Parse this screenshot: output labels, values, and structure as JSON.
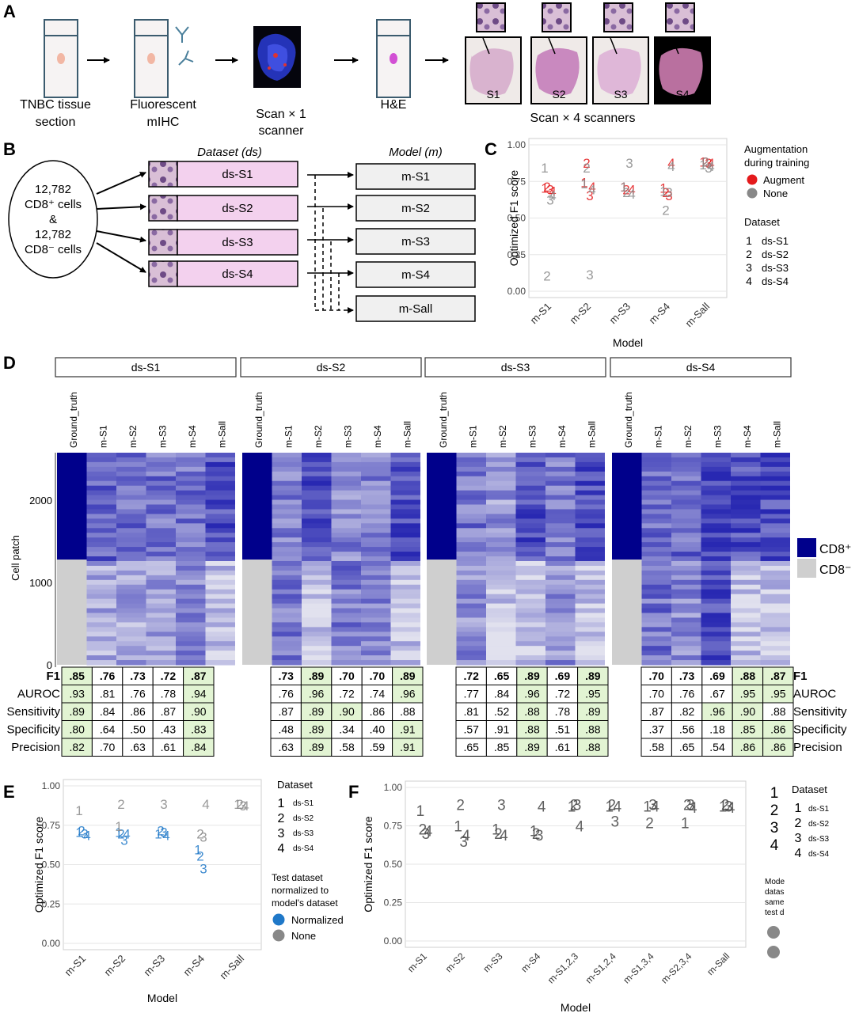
{
  "panel_letters": {
    "a": "A",
    "b": "B",
    "c": "C",
    "d": "D",
    "e": "E",
    "f": "F"
  },
  "panelA": {
    "step1_l1": "TNBC tissue",
    "step1_l2": "section",
    "step2_l1": "Fluorescent",
    "step2_l2": "mIHC",
    "step3_l1": "Scan × 1",
    "step3_l2": "scanner",
    "step4": "H&E",
    "scanner_labels": [
      "S1",
      "S2",
      "S3",
      "S4"
    ],
    "scan4": "Scan × 4 scanners"
  },
  "panelB": {
    "cells_l1": "12,782",
    "cells_l2": "CD8⁺ cells",
    "cells_l3": "&",
    "cells_l4": "12,782",
    "cells_l5": "CD8⁻ cells",
    "dataset_header": "Dataset (ds)",
    "model_header": "Model (m)",
    "datasets": [
      "ds-S1",
      "ds-S2",
      "ds-S3",
      "ds-S4"
    ],
    "models": [
      "m-S1",
      "m-S2",
      "m-S3",
      "m-S4",
      "m-Sall"
    ]
  },
  "panelD": {
    "facets": [
      "ds-S1",
      "ds-S2",
      "ds-S3",
      "ds-S4"
    ],
    "columns": [
      "Ground_truth",
      "m-S1",
      "m-S2",
      "m-S3",
      "m-S4",
      "m-Sall"
    ],
    "y_label": "Cell patch",
    "y_ticks": [
      "2000",
      "1000",
      "0"
    ],
    "legend": {
      "pos": "CD8⁺",
      "neg": "CD8⁻",
      "pos_color": "#00008b",
      "neg_color": "#cfcfcf"
    },
    "metric_names": [
      "F1",
      "AUROC",
      "Sensitivity",
      "Specificity",
      "Precision"
    ],
    "tables": [
      {
        "rows": [
          [
            ".85",
            ".76",
            ".73",
            ".72",
            ".87"
          ],
          [
            ".93",
            ".81",
            ".76",
            ".78",
            ".94"
          ],
          [
            ".89",
            ".84",
            ".86",
            ".87",
            ".90"
          ],
          [
            ".80",
            ".64",
            ".50",
            ".43",
            ".83"
          ],
          [
            ".82",
            ".70",
            ".63",
            ".61",
            ".84"
          ]
        ],
        "hl": [
          [
            1,
            0,
            0,
            0,
            1
          ],
          [
            1,
            0,
            0,
            0,
            1
          ],
          [
            1,
            0,
            0,
            0,
            1
          ],
          [
            1,
            0,
            0,
            0,
            1
          ],
          [
            1,
            0,
            0,
            0,
            1
          ]
        ]
      },
      {
        "rows": [
          [
            ".73",
            ".89",
            ".70",
            ".70",
            ".89"
          ],
          [
            ".76",
            ".96",
            ".72",
            ".74",
            ".96"
          ],
          [
            ".87",
            ".89",
            ".90",
            ".86",
            ".88"
          ],
          [
            ".48",
            ".89",
            ".34",
            ".40",
            ".91"
          ],
          [
            ".63",
            ".89",
            ".58",
            ".59",
            ".91"
          ]
        ],
        "hl": [
          [
            0,
            1,
            0,
            0,
            1
          ],
          [
            0,
            1,
            0,
            0,
            1
          ],
          [
            0,
            1,
            1,
            0,
            0
          ],
          [
            0,
            1,
            0,
            0,
            1
          ],
          [
            0,
            1,
            0,
            0,
            1
          ]
        ]
      },
      {
        "rows": [
          [
            ".72",
            ".65",
            ".89",
            ".69",
            ".89"
          ],
          [
            ".77",
            ".84",
            ".96",
            ".72",
            ".95"
          ],
          [
            ".81",
            ".52",
            ".88",
            ".78",
            ".89"
          ],
          [
            ".57",
            ".91",
            ".88",
            ".51",
            ".88"
          ],
          [
            ".65",
            ".85",
            ".89",
            ".61",
            ".88"
          ]
        ],
        "hl": [
          [
            0,
            0,
            1,
            0,
            1
          ],
          [
            0,
            0,
            1,
            0,
            1
          ],
          [
            0,
            0,
            1,
            0,
            1
          ],
          [
            0,
            0,
            1,
            0,
            1
          ],
          [
            0,
            0,
            1,
            0,
            1
          ]
        ]
      },
      {
        "rows": [
          [
            ".70",
            ".73",
            ".69",
            ".88",
            ".87"
          ],
          [
            ".70",
            ".76",
            ".67",
            ".95",
            ".95"
          ],
          [
            ".87",
            ".82",
            ".96",
            ".90",
            ".88"
          ],
          [
            ".37",
            ".56",
            ".18",
            ".85",
            ".86"
          ],
          [
            ".58",
            ".65",
            ".54",
            ".86",
            ".86"
          ]
        ],
        "hl": [
          [
            0,
            0,
            0,
            1,
            1
          ],
          [
            0,
            0,
            0,
            1,
            1
          ],
          [
            0,
            0,
            1,
            1,
            0
          ],
          [
            0,
            0,
            0,
            1,
            1
          ],
          [
            0,
            0,
            0,
            1,
            1
          ]
        ]
      }
    ]
  },
  "chart_data": [
    {
      "panel": "C",
      "type": "scatter",
      "xlabel": "Model",
      "ylabel": "Optimized F1 score",
      "categories": [
        "m-S1",
        "m-S2",
        "m-S3",
        "m-S4",
        "m-Sall"
      ],
      "yticks": [
        "0.00",
        "0.25",
        "0.50",
        "0.75",
        "1.00"
      ],
      "ylim": [
        0,
        1
      ],
      "legend": {
        "title1": "Augmentation",
        "title2": "during training",
        "items": [
          {
            "label": "Augment",
            "color": "#e41a1c"
          },
          {
            "label": "None",
            "color": "#888888"
          }
        ],
        "ds_title": "Dataset",
        "ds_items": [
          [
            "1",
            "ds-S1"
          ],
          [
            "2",
            "ds-S2"
          ],
          [
            "3",
            "ds-S3"
          ],
          [
            "4",
            "ds-S4"
          ]
        ]
      },
      "series": [
        {
          "name": "Augment",
          "color": "#e41a1c",
          "points": [
            [
              "m-S1",
              "1",
              0.71
            ],
            [
              "m-S1",
              "2",
              0.72
            ],
            [
              "m-S1",
              "3",
              0.7
            ],
            [
              "m-S1",
              "4",
              0.69
            ],
            [
              "m-S2",
              "1",
              0.75
            ],
            [
              "m-S2",
              "2",
              0.88
            ],
            [
              "m-S2",
              "3",
              0.66
            ],
            [
              "m-S2",
              "4",
              0.72
            ],
            [
              "m-S3",
              "1",
              0.72
            ],
            [
              "m-S3",
              "2",
              0.7
            ],
            [
              "m-S3",
              "4",
              0.7
            ],
            [
              "m-S4",
              "1",
              0.71
            ],
            [
              "m-S4",
              "2",
              0.68
            ],
            [
              "m-S4",
              "3",
              0.66
            ],
            [
              "m-S4",
              "4",
              0.88
            ],
            [
              "m-Sall",
              "1",
              0.89
            ],
            [
              "m-Sall",
              "2",
              0.89
            ],
            [
              "m-Sall",
              "3",
              0.88
            ],
            [
              "m-Sall",
              "4",
              0.88
            ]
          ]
        },
        {
          "name": "None",
          "color": "#888888",
          "points": [
            [
              "m-S1",
              "1",
              0.85
            ],
            [
              "m-S1",
              "2",
              0.11
            ],
            [
              "m-S1",
              "3",
              0.63
            ],
            [
              "m-S1",
              "4",
              0.66
            ],
            [
              "m-S2",
              "1",
              0.74
            ],
            [
              "m-S2",
              "2",
              0.85
            ],
            [
              "m-S2",
              "3",
              0.12
            ],
            [
              "m-S2",
              "4",
              0.7
            ],
            [
              "m-S3",
              "1",
              0.72
            ],
            [
              "m-S3",
              "2",
              0.68
            ],
            [
              "m-S3",
              "3",
              0.88
            ],
            [
              "m-S3",
              "4",
              0.67
            ],
            [
              "m-S4",
              "1",
              0.69
            ],
            [
              "m-S4",
              "2",
              0.56
            ],
            [
              "m-S4",
              "3",
              0.68
            ],
            [
              "m-S4",
              "4",
              0.86
            ],
            [
              "m-Sall",
              "1",
              0.87
            ],
            [
              "m-Sall",
              "2",
              0.89
            ],
            [
              "m-Sall",
              "3",
              0.85
            ],
            [
              "m-Sall",
              "4",
              0.86
            ]
          ]
        }
      ]
    },
    {
      "panel": "E",
      "type": "scatter",
      "xlabel": "Model",
      "ylabel": "Optimized F1 score",
      "categories": [
        "m-S1",
        "m-S2",
        "m-S3",
        "m-S4",
        "m-Sall"
      ],
      "yticks": [
        "0.00",
        "0.25",
        "0.50",
        "0.75",
        "1.00"
      ],
      "ylim": [
        0,
        1
      ],
      "legend": {
        "ds_title": "Dataset",
        "ds_items": [
          [
            "1",
            "ds-S1"
          ],
          [
            "2",
            "ds-S2"
          ],
          [
            "3",
            "ds-S3"
          ],
          [
            "4",
            "ds-S4"
          ]
        ],
        "title1": "Test dataset",
        "title2": "normalized to",
        "title3": "model's dataset",
        "items": [
          {
            "label": "Normalized",
            "color": "#1f78c8"
          },
          {
            "label": "None",
            "color": "#888888"
          }
        ]
      },
      "series": [
        {
          "name": "Normalized",
          "color": "#1f78c8",
          "points": [
            [
              "m-S1",
              "1",
              0.71
            ],
            [
              "m-S1",
              "2",
              0.72
            ],
            [
              "m-S1",
              "3",
              0.7
            ],
            [
              "m-S1",
              "4",
              0.69
            ],
            [
              "m-S2",
              "1",
              0.71
            ],
            [
              "m-S2",
              "2",
              0.7
            ],
            [
              "m-S2",
              "3",
              0.66
            ],
            [
              "m-S2",
              "4",
              0.7
            ],
            [
              "m-S3",
              "1",
              0.7
            ],
            [
              "m-S3",
              "2",
              0.72
            ],
            [
              "m-S3",
              "3",
              0.71
            ],
            [
              "m-S3",
              "4",
              0.69
            ],
            [
              "m-S4",
              "1",
              0.6
            ],
            [
              "m-S4",
              "2",
              0.56
            ],
            [
              "m-S4",
              "3",
              0.48
            ]
          ]
        },
        {
          "name": "None",
          "color": "#888888",
          "points": [
            [
              "m-S1",
              "1",
              0.85
            ],
            [
              "m-S2",
              "1",
              0.75
            ],
            [
              "m-S2",
              "2",
              0.89
            ],
            [
              "m-S3",
              "3",
              0.89
            ],
            [
              "m-S4",
              "2",
              0.7
            ],
            [
              "m-S4",
              "3",
              0.68
            ],
            [
              "m-S4",
              "4",
              0.89
            ],
            [
              "m-Sall",
              "1",
              0.89
            ],
            [
              "m-Sall",
              "2",
              0.89
            ],
            [
              "m-Sall",
              "3",
              0.88
            ],
            [
              "m-Sall",
              "4",
              0.88
            ]
          ]
        }
      ]
    },
    {
      "panel": "F",
      "type": "scatter",
      "xlabel": "Model",
      "ylabel": "Optimized F1 score",
      "categories": [
        "m-S1",
        "m-S2",
        "m-S3",
        "m-S4",
        "m-S1,2,3",
        "m-S1,2,4",
        "m-S1,3,4",
        "m-S2,3,4",
        "m-Sall"
      ],
      "yticks": [
        "0.00",
        "0.25",
        "0.50",
        "0.75",
        "1.00"
      ],
      "ylim": [
        0,
        1
      ],
      "legend": {
        "ds_title": "Dataset",
        "ds_items": [
          [
            "1",
            "ds-S1"
          ],
          [
            "2",
            "ds-S2"
          ],
          [
            "3",
            "ds-S3"
          ],
          [
            "4",
            "ds-S4"
          ]
        ],
        "big_digits": [
          "1",
          "2",
          "3",
          "4"
        ],
        "cut_lines": [
          "Mode",
          "datas",
          "same",
          "test d"
        ]
      },
      "series": [
        {
          "name": "points",
          "color": "#444444",
          "points": [
            [
              "m-S1",
              "1",
              0.85
            ],
            [
              "m-S1",
              "2",
              0.73
            ],
            [
              "m-S1",
              "3",
              0.7
            ],
            [
              "m-S1",
              "4",
              0.72
            ],
            [
              "m-S2",
              "1",
              0.75
            ],
            [
              "m-S2",
              "2",
              0.89
            ],
            [
              "m-S2",
              "3",
              0.65
            ],
            [
              "m-S2",
              "4",
              0.69
            ],
            [
              "m-S3",
              "1",
              0.73
            ],
            [
              "m-S3",
              "2",
              0.7
            ],
            [
              "m-S3",
              "3",
              0.89
            ],
            [
              "m-S3",
              "4",
              0.69
            ],
            [
              "m-S4",
              "1",
              0.72
            ],
            [
              "m-S4",
              "2",
              0.7
            ],
            [
              "m-S4",
              "3",
              0.69
            ],
            [
              "m-S4",
              "4",
              0.88
            ],
            [
              "m-S1,2,3",
              "1",
              0.88
            ],
            [
              "m-S1,2,3",
              "2",
              0.89
            ],
            [
              "m-S1,2,3",
              "3",
              0.89
            ],
            [
              "m-S1,2,3",
              "4",
              0.75
            ],
            [
              "m-S1,2,4",
              "1",
              0.88
            ],
            [
              "m-S1,2,4",
              "2",
              0.89
            ],
            [
              "m-S1,2,4",
              "3",
              0.78
            ],
            [
              "m-S1,2,4",
              "4",
              0.88
            ],
            [
              "m-S1,3,4",
              "1",
              0.88
            ],
            [
              "m-S1,3,4",
              "2",
              0.77
            ],
            [
              "m-S1,3,4",
              "3",
              0.89
            ],
            [
              "m-S1,3,4",
              "4",
              0.88
            ],
            [
              "m-S2,3,4",
              "1",
              0.77
            ],
            [
              "m-S2,3,4",
              "2",
              0.89
            ],
            [
              "m-S2,3,4",
              "3",
              0.89
            ],
            [
              "m-S2,3,4",
              "4",
              0.87
            ],
            [
              "m-Sall",
              "1",
              0.88
            ],
            [
              "m-Sall",
              "2",
              0.89
            ],
            [
              "m-Sall",
              "3",
              0.88
            ],
            [
              "m-Sall",
              "4",
              0.87
            ]
          ]
        }
      ]
    }
  ]
}
